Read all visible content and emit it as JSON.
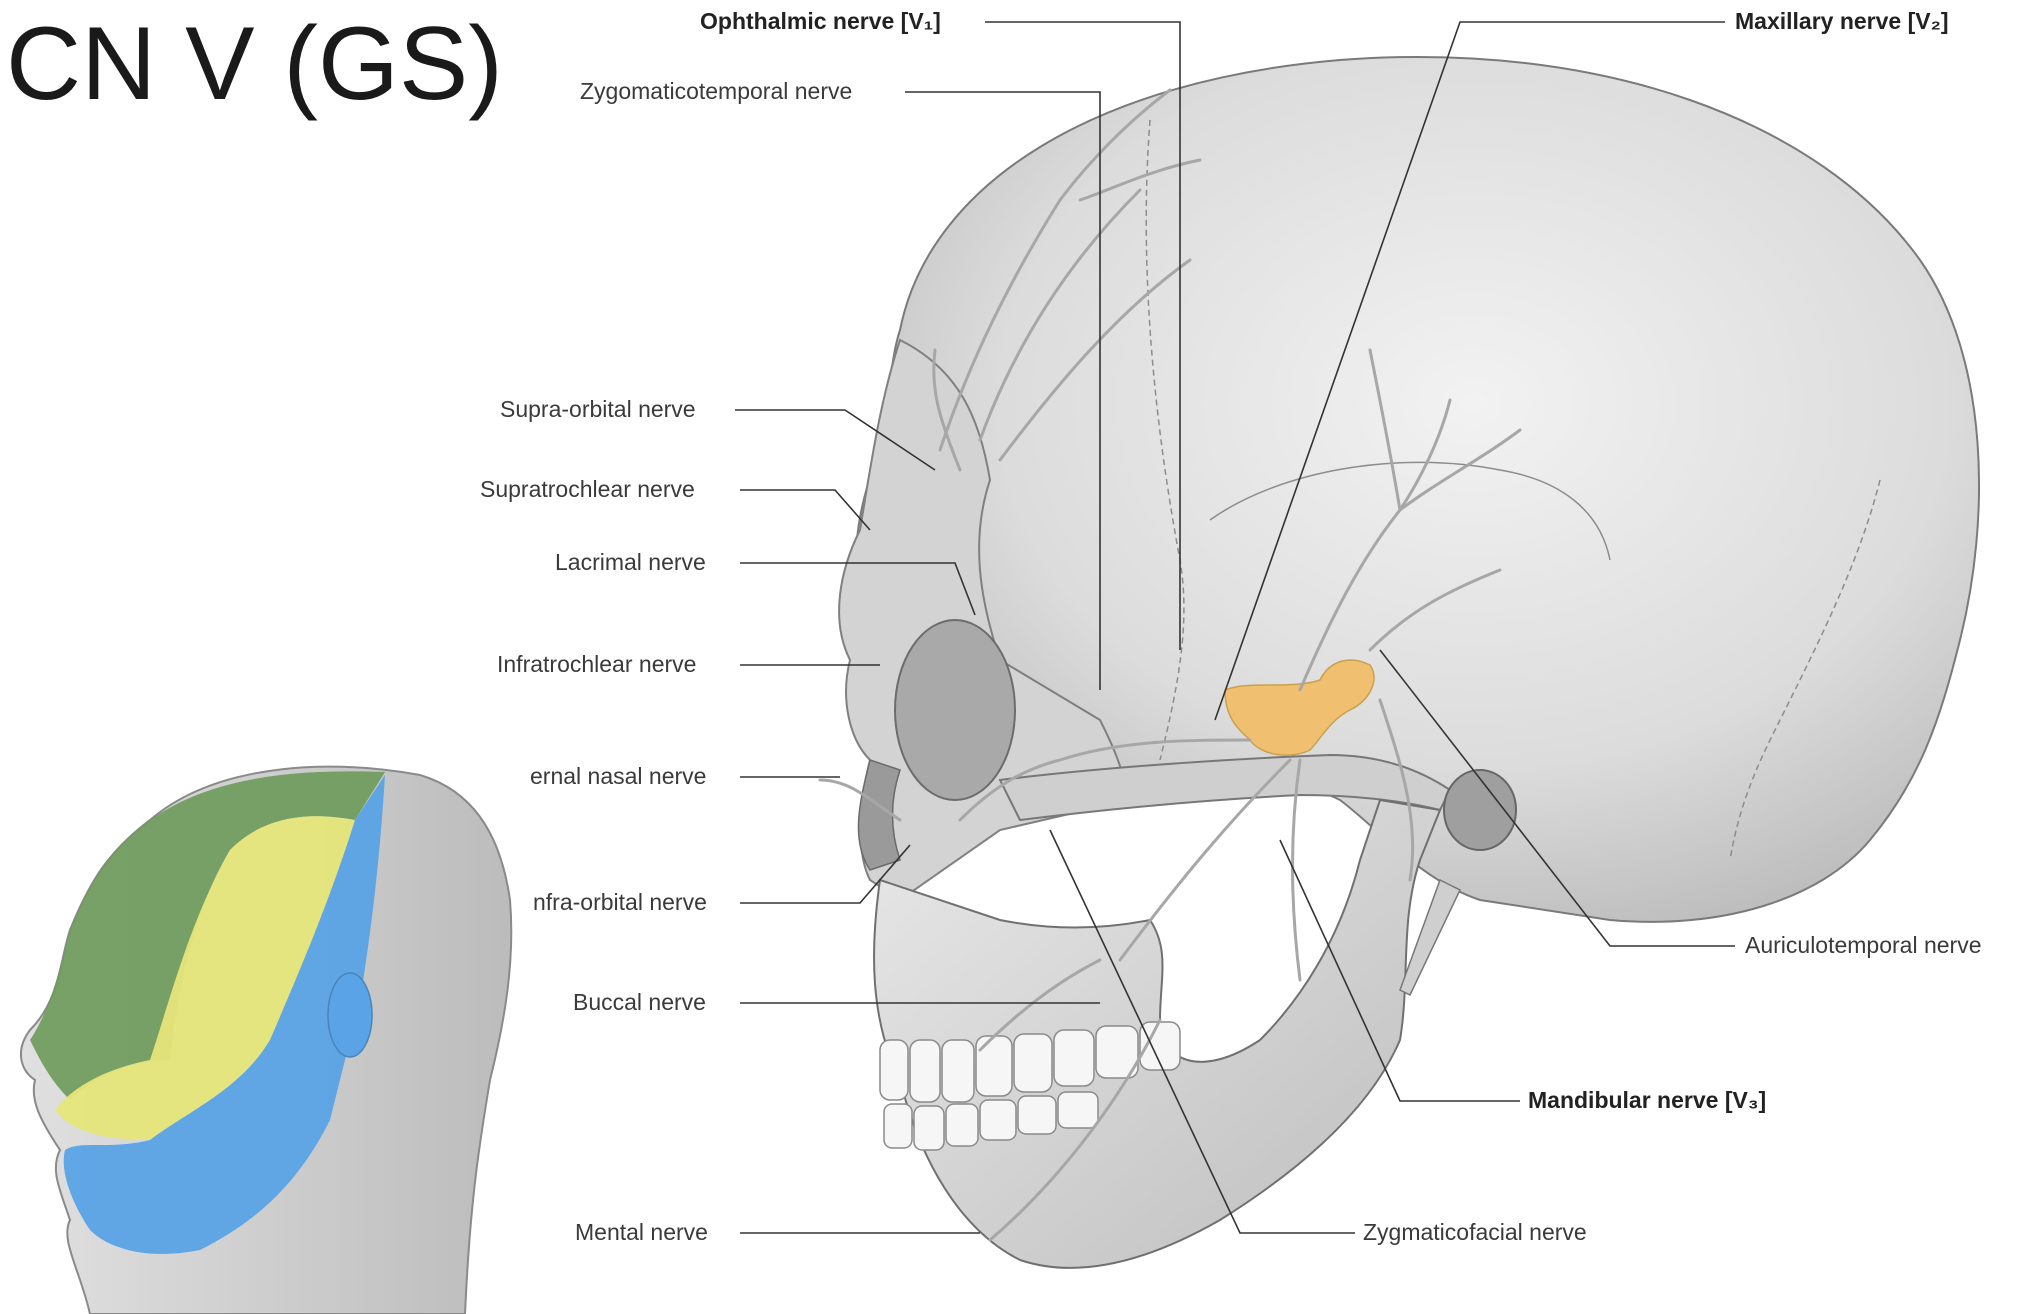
{
  "slide": {
    "title": "CN V (GS)"
  },
  "labels": {
    "ophthalmic": "Ophthalmic nerve [V₁]",
    "maxillary": "Maxillary nerve [V₂]",
    "mandibular": "Mandibular nerve [V₃]",
    "zygomaticotemporal": "Zygomaticotemporal nerve",
    "supra_orbital": "Supra-orbital nerve",
    "supratrochlear": "Supratrochlear nerve",
    "lacrimal": "Lacrimal nerve",
    "infratrochlear": "Infratrochlear nerve",
    "external_nasal": "ernal nasal nerve",
    "infra_orbital": "nfra-orbital nerve",
    "buccal": "Buccal nerve",
    "mental": "Mental nerve",
    "auriculotemporal": "Auriculotemporal nerve",
    "zygomaticofacial": "Zygmaticofacial nerve"
  },
  "colors": {
    "ophthalmic_territory": "#6d9a5a",
    "maxillary_territory": "#e6e67a",
    "mandibular_territory": "#5aa3e6",
    "trigeminal_ganglion": "#f0c070",
    "bone": "#d9d9d9",
    "leader_line": "#333333"
  }
}
